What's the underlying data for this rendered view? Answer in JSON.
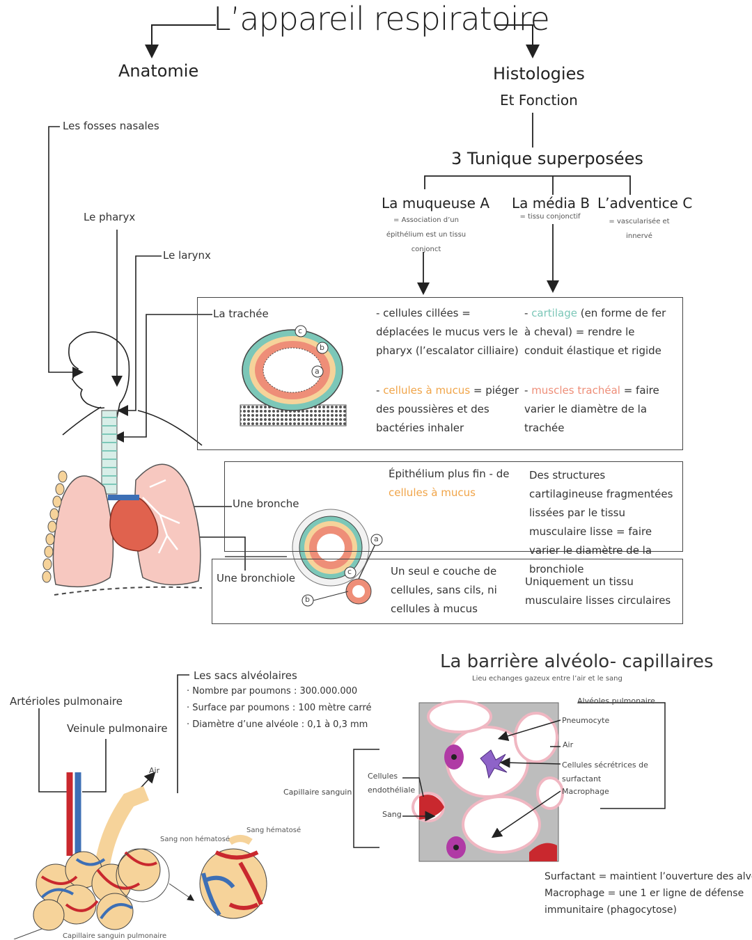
{
  "title": "L’appareil respiratoire",
  "anatomy": {
    "heading": "Anatomie",
    "labels": {
      "nasal": "Les fosses nasales",
      "pharynx": "Le pharyx",
      "larynx": "Le larynx",
      "trachea": "La trachée",
      "bronchus": "Une bronche",
      "bronchiole": "Une bronchiole",
      "alveolar_sacs": "Les sacs alvéolaires",
      "arterioles": "Artérioles pulmonaire",
      "venule": "Veinule pulmonaire",
      "air": "Air",
      "blood_non_hematosed": "Sang non hématosé",
      "blood_hematosed": "Sang hématosé",
      "capillaries": "Capillaire sanguin pulmonaire"
    },
    "sacs_facts": [
      "· Nombre par poumons : 300.000.000",
      "· Surface par poumons : 100 mètre carré",
      "· Diamètre d’une alvéole : 0,1 à 0,3 mm"
    ]
  },
  "histology": {
    "heading": "Histologies",
    "subheading": "Et Fonction",
    "tunics_heading": "3 Tunique superposées",
    "tunics": [
      {
        "name": "La muqueuse A",
        "desc_lines": [
          "= Association d’un",
          "épithélium est un tissu",
          "conjonct"
        ]
      },
      {
        "name": "La média B",
        "desc_lines": [
          "= tissu conjonctif"
        ]
      },
      {
        "name": "L’adventice C",
        "desc_lines": [
          "= vascularisée et",
          "innervé"
        ]
      }
    ]
  },
  "trachea_box": {
    "col1a": {
      "pre": "- cellules cillées = déplacées le mucus vers le pharyx (l’escalator cilliaire)",
      "hl": "",
      "post": ""
    },
    "col1b": {
      "pre": "- ",
      "hl": "cellules à mucus",
      "post": " = piéger des poussières et des bactéries inhaler"
    },
    "col2a": {
      "pre": "- ",
      "hl": "cartilage",
      "post": " (en forme de fer à cheval) = rendre le conduit élastique et rigide"
    },
    "col2b": {
      "pre": "- ",
      "hl": "muscles trachéal",
      "post": " = faire varier le diamètre de la trachée"
    }
  },
  "bronchus_box": {
    "col1_pre": "Épithélium plus fin - de",
    "col1_hl": "cellules à mucus",
    "col2": "Des structures cartilagineuse fragmentées lissées par le tissu musculaire lisse = faire varier le diamètre de la bronchiole"
  },
  "bronchiole_box": {
    "col1": "Un seul e couche de cellules, sans cils, ni cellules à mucus",
    "col2": "Uniquement un tissu musculaire lisses circulaires"
  },
  "markers": {
    "a": "a",
    "b": "b",
    "c": "c"
  },
  "barrier": {
    "title": "La barrière alvéolo- capillaires",
    "subtitle": "Lieu echanges gazeux entre l’air et le sang",
    "left_labels": {
      "capillary": "Capillaire sanguin",
      "endothelial": "Cellules endothéliale",
      "blood": "Sang"
    },
    "right_labels": {
      "alveoles": "Alvéoles pulmonaire",
      "pneumocyte": "Pneumocyte",
      "air": "Air",
      "surfactant_cells": "Cellules sécrétrices de surfactant",
      "macrophage": "Macrophage"
    },
    "notes": [
      "Surfactant = maintient l’ouverture des alvéoles",
      "Macrophage = une 1 er ligne de défense",
      "immunitaire (phagocytose)"
    ]
  },
  "colors": {
    "lung_pink": "#f7c8c0",
    "heart_red": "#e0624e",
    "teal": "#7cc7b8",
    "orange": "#f0a448",
    "salmon": "#ee8e78",
    "artery_red": "#c9282e",
    "vein_blue": "#3d6fb5",
    "alveolus_tan": "#f6d39a",
    "grey_tissue": "#bdbdbd",
    "purple": "#b03aa5"
  }
}
